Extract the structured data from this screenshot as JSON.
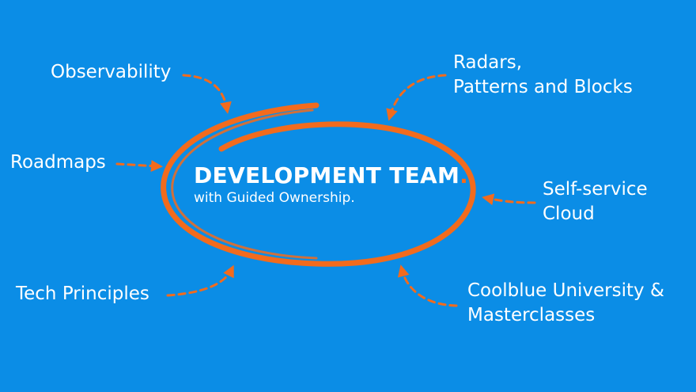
{
  "colors": {
    "background": "#0b8de6",
    "accent": "#f26b1d",
    "text": "#ffffff"
  },
  "center": {
    "title": "DEVELOPMENT TEAM",
    "title_dot": ".",
    "subtitle": "with Guided Ownership."
  },
  "nodes": {
    "observability": "Observability",
    "roadmaps": "Roadmaps",
    "tech_principles": "Tech Principles",
    "radars_line1": "Radars,",
    "radars_line2": "Patterns and Blocks",
    "self_service_line1": "Self-service",
    "self_service_line2": "Cloud",
    "coolblue_line1": "Coolblue University &",
    "coolblue_line2": "Masterclasses"
  }
}
